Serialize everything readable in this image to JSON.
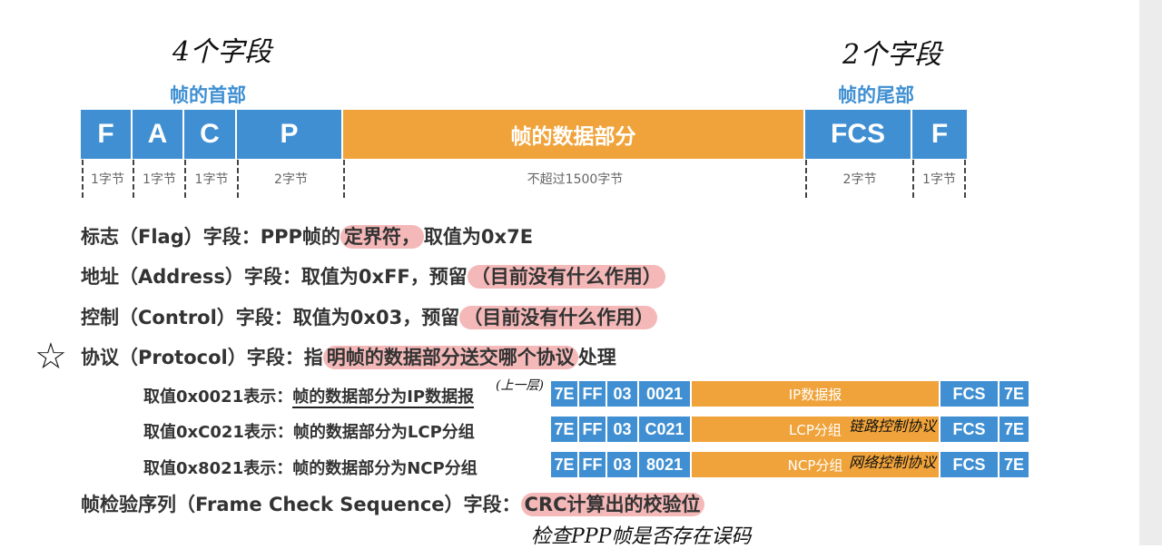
{
  "annotations": {
    "header_fields": "4个字段",
    "trailer_fields": "2个字段",
    "upper_layer": "(上一层)",
    "lcp_note": "链路控制协议",
    "ncp_note": "网络控制协议",
    "bottom_note": "检查PPP帧是否存在误码",
    "star": "☆"
  },
  "titles": {
    "header": "帧的首部",
    "trailer": "帧的尾部"
  },
  "frame": {
    "cells": [
      "F",
      "A",
      "C",
      "P",
      "帧的数据部分",
      "FCS",
      "F"
    ],
    "bytes": [
      "1字节",
      "1字节",
      "1字节",
      "2字节",
      "不超过1500字节",
      "2字节",
      "1字节"
    ]
  },
  "lines": {
    "flag": {
      "prefix": "标志（Flag）字段：PPP帧的",
      "hl": "定界符，",
      "suffix": "取值为0x7E"
    },
    "address": {
      "prefix": "地址（Address）字段：取值为0xFF，预留",
      "hl": "（目前没有什么作用）"
    },
    "control": {
      "prefix": "控制（Control）字段：取值为0x03，预留",
      "hl": "（目前没有什么作用）"
    },
    "protocol": {
      "prefix": "协议（Protocol）字段：指",
      "hl": "明帧的数据部分送交哪个协议",
      "suffix": "处理"
    },
    "fcs": {
      "prefix": "帧检验序列（Frame Check Sequence）字段：",
      "hl": "CRC计算出的校验位"
    }
  },
  "protocol_values": [
    {
      "label": "取值0x0021表示：",
      "desc": "帧的数据部分为IP数据报",
      "fields": [
        "7E",
        "FF",
        "03",
        "0021",
        "IP数据报",
        "FCS",
        "7E"
      ]
    },
    {
      "label": "取值0xC021表示：",
      "desc": "帧的数据部分为LCP分组",
      "fields": [
        "7E",
        "FF",
        "03",
        "C021",
        "LCP分组",
        "FCS",
        "7E"
      ]
    },
    {
      "label": "取值0x8021表示：",
      "desc": "帧的数据部分为NCP分组",
      "fields": [
        "7E",
        "FF",
        "03",
        "8021",
        "NCP分组",
        "FCS",
        "7E"
      ]
    }
  ],
  "colors": {
    "blue": "#3f8fd2",
    "orange": "#f0a33a",
    "highlight": "#f4b8b8"
  }
}
